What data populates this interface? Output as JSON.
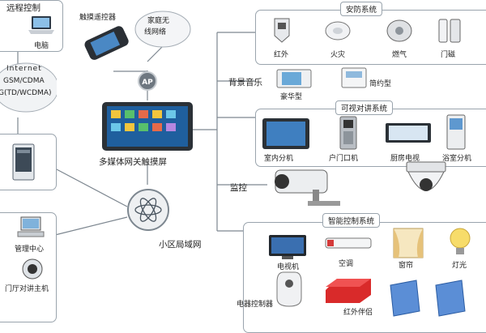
{
  "left": {
    "remote_control_title": "远程控制",
    "computer": "电脑",
    "internet": "Internet",
    "gsm_cdma": "GSM/CDMA",
    "td_wcdma": "G(TD/WCDMA)",
    "management_center": "管理中心",
    "door_intercom_host": "门厅对讲主机"
  },
  "center": {
    "touch_remote": "触摸遥控器",
    "home_wireless": "家庭无线网络",
    "ap": "AP",
    "multimedia_gateway": "多媒体网关触摸屏",
    "community_lan": "小区局域网"
  },
  "security": {
    "title": "安防系统",
    "items": [
      "红外",
      "火灾",
      "燃气",
      "门磁"
    ]
  },
  "music": {
    "title": "背景音乐",
    "luxury": "豪华型",
    "simple": "简约型"
  },
  "video_intercom": {
    "title": "可视对讲系统",
    "items": [
      "室内分机",
      "户门口机",
      "厨房电视",
      "浴室分机"
    ]
  },
  "monitor": {
    "title": "监控"
  },
  "smart_control": {
    "title": "智能控制系统",
    "tv": "电视机",
    "ac": "空调",
    "curtain": "窗帘",
    "light": "灯光",
    "appliance_controller": "电器控制器",
    "ir_companion": "红外伴侣"
  }
}
